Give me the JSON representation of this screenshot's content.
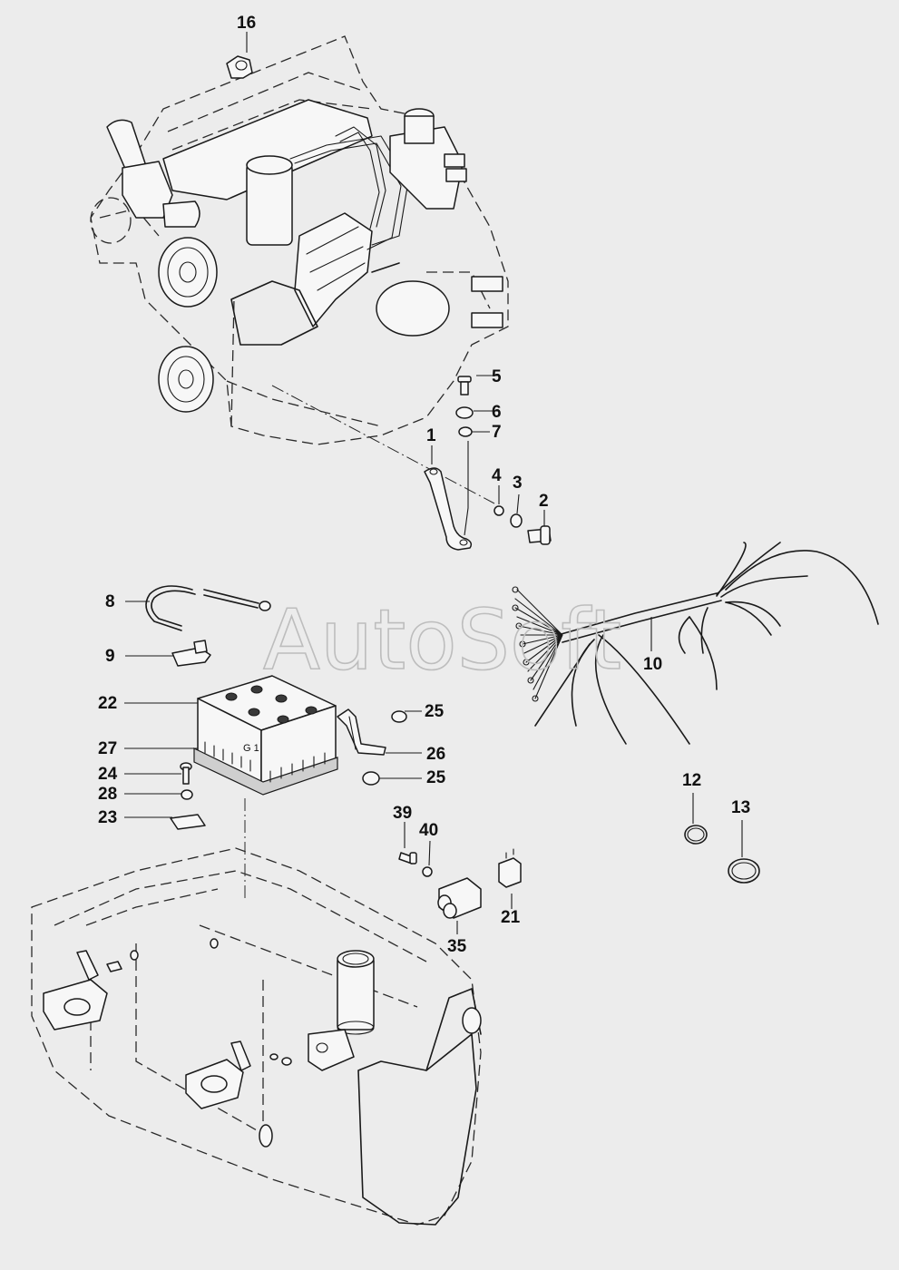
{
  "watermark": "AutoSoft",
  "battery_marking": "G 1",
  "callouts": [
    {
      "id": "c1",
      "label": "1"
    },
    {
      "id": "c2",
      "label": "2"
    },
    {
      "id": "c3",
      "label": "3"
    },
    {
      "id": "c4",
      "label": "4"
    },
    {
      "id": "c5",
      "label": "5"
    },
    {
      "id": "c6",
      "label": "6"
    },
    {
      "id": "c7",
      "label": "7"
    },
    {
      "id": "c8",
      "label": "8"
    },
    {
      "id": "c9",
      "label": "9"
    },
    {
      "id": "c10",
      "label": "10"
    },
    {
      "id": "c12",
      "label": "12"
    },
    {
      "id": "c13",
      "label": "13"
    },
    {
      "id": "c16",
      "label": "16"
    },
    {
      "id": "c21",
      "label": "21"
    },
    {
      "id": "c22",
      "label": "22"
    },
    {
      "id": "c23",
      "label": "23"
    },
    {
      "id": "c24",
      "label": "24"
    },
    {
      "id": "c25a",
      "label": "25"
    },
    {
      "id": "c25b",
      "label": "25"
    },
    {
      "id": "c26",
      "label": "26"
    },
    {
      "id": "c27",
      "label": "27"
    },
    {
      "id": "c28",
      "label": "28"
    },
    {
      "id": "c35",
      "label": "35"
    },
    {
      "id": "c39",
      "label": "39"
    },
    {
      "id": "c40",
      "label": "40"
    }
  ],
  "colors": {
    "background": "#ececec",
    "line": "#1a1a1a",
    "watermark": "#bdbdbd"
  }
}
